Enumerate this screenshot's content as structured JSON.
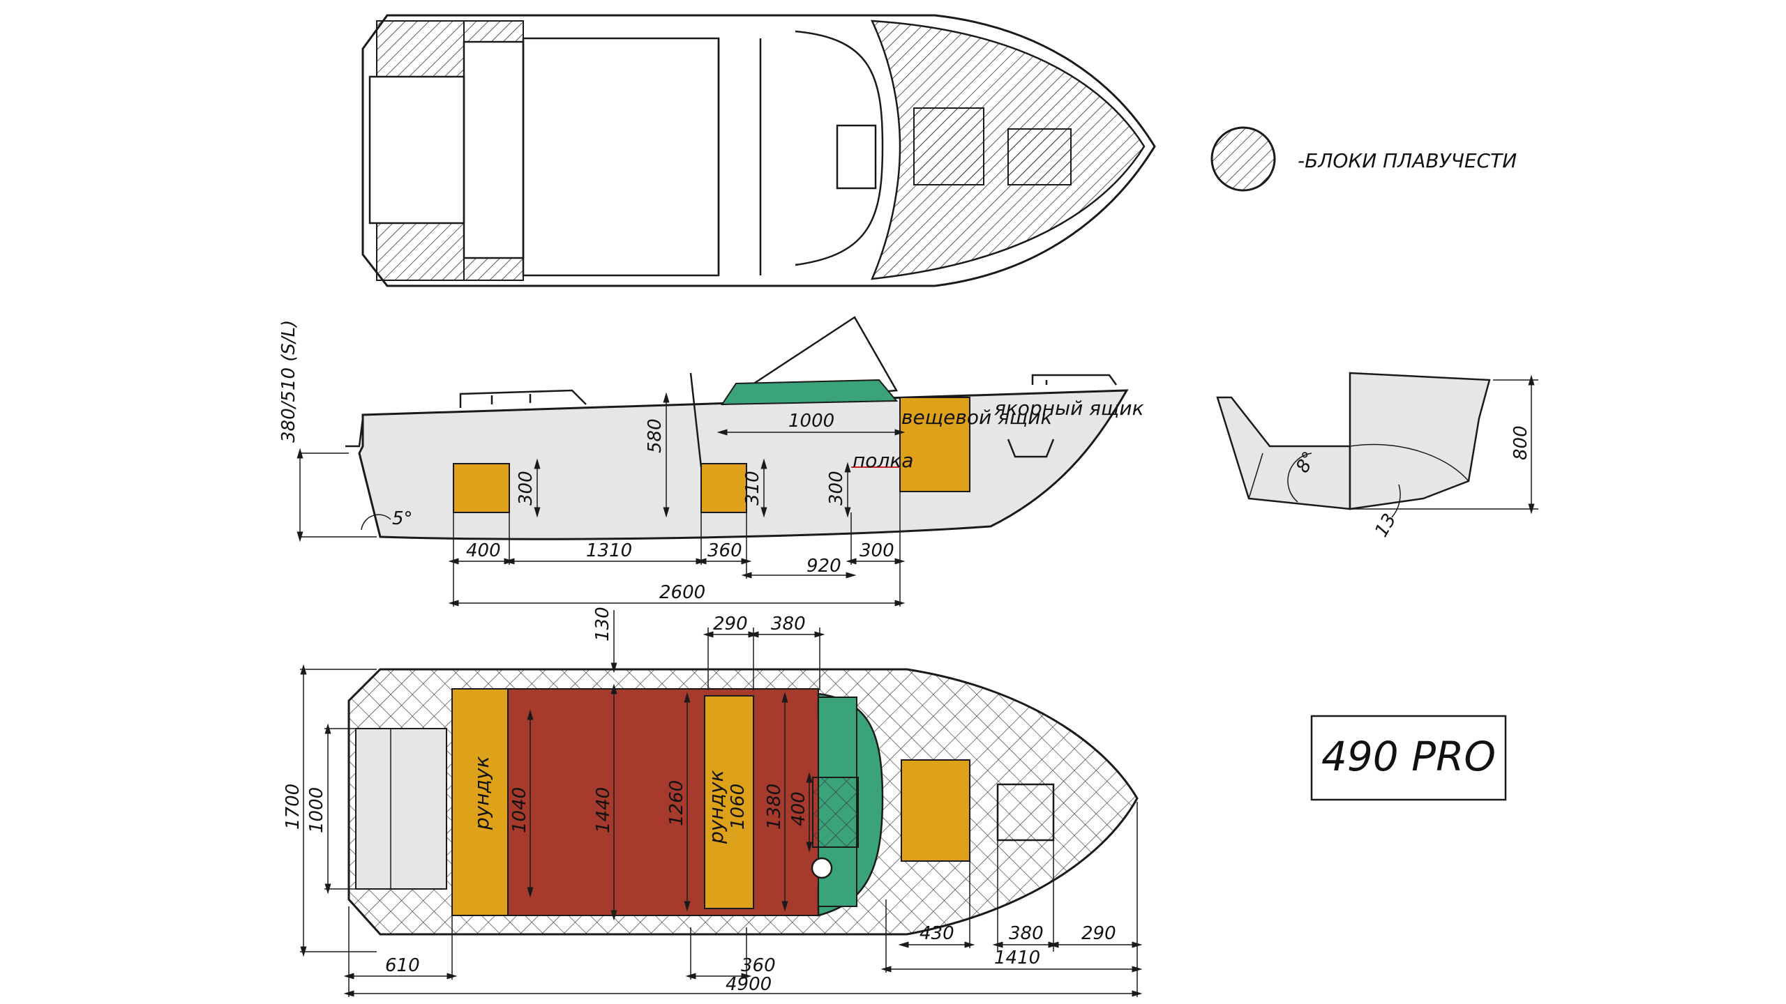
{
  "legend": {
    "label": "-БЛОКИ ПЛАВУЧЕСТИ"
  },
  "model": {
    "name": "490 PRO"
  },
  "side_view": {
    "height_label": "380/510 (S/L)",
    "stowage_box": "вещевой ящик",
    "anchor_box": "якорный ящик",
    "shelf": "полка",
    "dims": {
      "windshield": "1000",
      "h580": "580",
      "h300a": "300",
      "h310": "310",
      "h300b": "300",
      "d400": "400",
      "d1310": "1310",
      "d360": "360",
      "d300": "300",
      "d920": "920",
      "d2600": "2600",
      "angle": "5°"
    }
  },
  "section_view": {
    "h800": "800",
    "angle8": "8°",
    "angle13": "13"
  },
  "plan_view": {
    "locker": "рундук",
    "locker2": "рундук",
    "dims": {
      "d130": "130",
      "d290top": "290",
      "d380top": "380",
      "h1700": "1700",
      "h1000": "1000",
      "h1040": "1040",
      "h1440": "1440",
      "h1260": "1260",
      "h1060": "1060",
      "h1380": "1380",
      "h400": "400",
      "d610": "610",
      "d360": "360",
      "d4900": "4900",
      "d430": "430",
      "d380": "380",
      "d290": "290",
      "d1410": "1410"
    }
  }
}
